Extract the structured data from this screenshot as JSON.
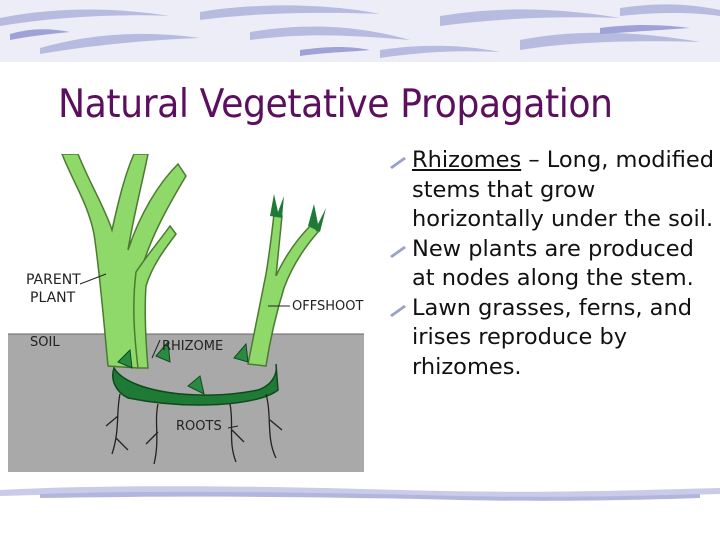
{
  "slide": {
    "title": "Natural Vegetative Propagation",
    "bullets": [
      {
        "term": "Rhizomes",
        "text": " – Long, modified stems that grow horizontally under the soil."
      },
      {
        "term": "",
        "text": "New plants are produced at nodes along the stem."
      },
      {
        "term": "",
        "text": "Lawn grasses, ferns, and irises reproduce by rhizomes."
      }
    ]
  },
  "illustration": {
    "labels": {
      "parent_plant_line1": "PARENT",
      "parent_plant_line2": "PLANT",
      "soil": "SOIL",
      "rhizome": "RHIZOME",
      "offshoot": "OFFSHOOT",
      "roots": "ROOTS"
    }
  },
  "colors": {
    "title": "#5c0f5e",
    "soil": "#a9a9a9",
    "stem": "#8fd86a",
    "rhizome": "#1e7a35",
    "band": "#c9cbe8"
  }
}
